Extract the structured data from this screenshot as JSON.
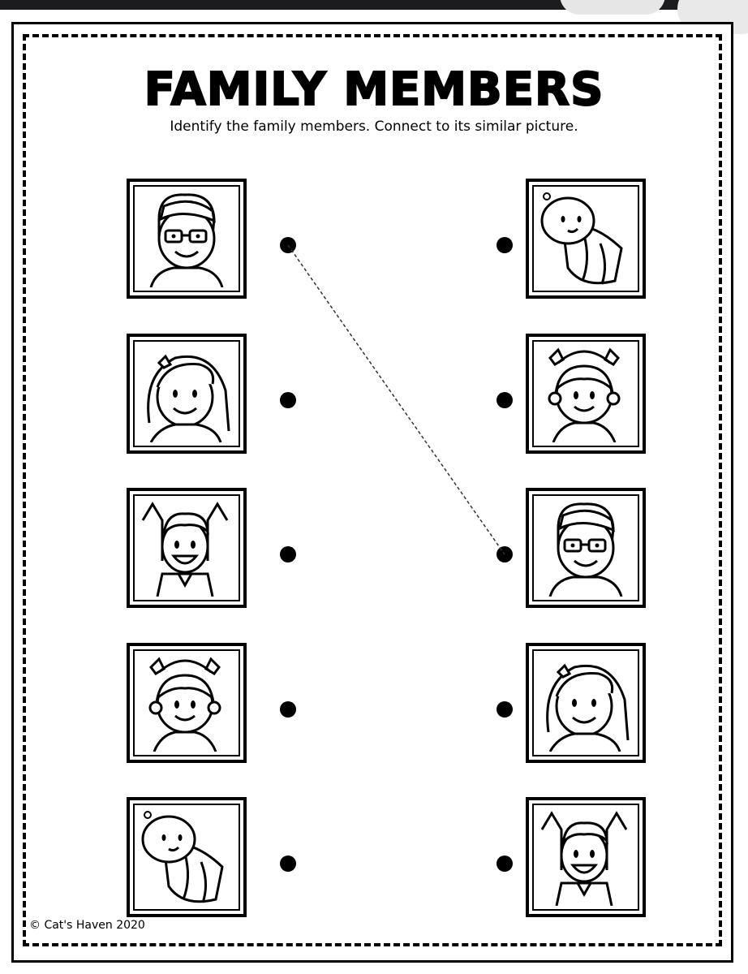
{
  "worksheet": {
    "title": "FAMILY MEMBERS",
    "instructions": "Identify the family members. Connect to its similar picture.",
    "copyright": "© Cat's Haven 2020"
  },
  "left_column": [
    {
      "member": "father-with-glasses"
    },
    {
      "member": "mother"
    },
    {
      "member": "boy-waving"
    },
    {
      "member": "girl-with-pigtails"
    },
    {
      "member": "baby"
    }
  ],
  "right_column": [
    {
      "member": "baby"
    },
    {
      "member": "girl-with-pigtails"
    },
    {
      "member": "father-with-glasses"
    },
    {
      "member": "mother"
    },
    {
      "member": "boy-waving"
    }
  ],
  "connections": [
    {
      "from_left": 0,
      "to_right": 2
    }
  ],
  "colors": {
    "ink": "#000000",
    "paper": "#ffffff",
    "top_bar": "#1c1c1e"
  }
}
